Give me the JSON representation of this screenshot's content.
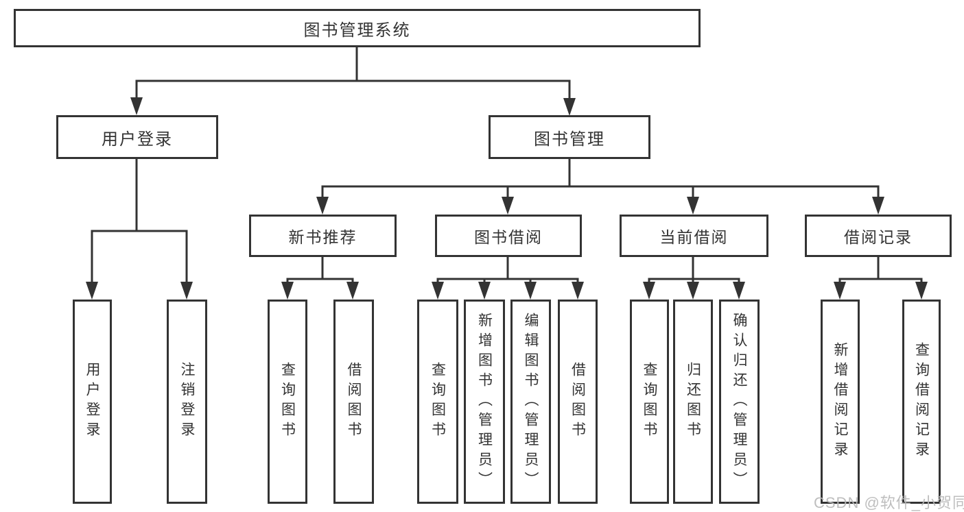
{
  "tree": {
    "root": {
      "label": "图书管理系统"
    },
    "branches": [
      {
        "label": "用户登录",
        "children": [
          {
            "label": "用户登录"
          },
          {
            "label": "注销登录"
          }
        ]
      },
      {
        "label": "图书管理",
        "groups": [
          {
            "label": "新书推荐",
            "children": [
              {
                "label": "查询图书"
              },
              {
                "label": "借阅图书"
              }
            ]
          },
          {
            "label": "图书借阅",
            "children": [
              {
                "label": "查询图书"
              },
              {
                "label": "新增图书（管理员）"
              },
              {
                "label": "编辑图书（管理员）"
              },
              {
                "label": "借阅图书"
              }
            ]
          },
          {
            "label": "当前借阅",
            "children": [
              {
                "label": "查询图书"
              },
              {
                "label": "归还图书"
              },
              {
                "label": "确认归还（管理员）"
              }
            ]
          },
          {
            "label": "借阅记录",
            "children": [
              {
                "label": "新增借阅记录"
              },
              {
                "label": "查询借阅记录"
              }
            ]
          }
        ]
      }
    ]
  },
  "watermark": {
    "text": "CSDN @软件_小贺同学"
  },
  "colors": {
    "line": "#333333",
    "text": "#333333",
    "box_background": "#ffffff",
    "watermark": "#b9b9b9",
    "background": "#ffffff"
  }
}
